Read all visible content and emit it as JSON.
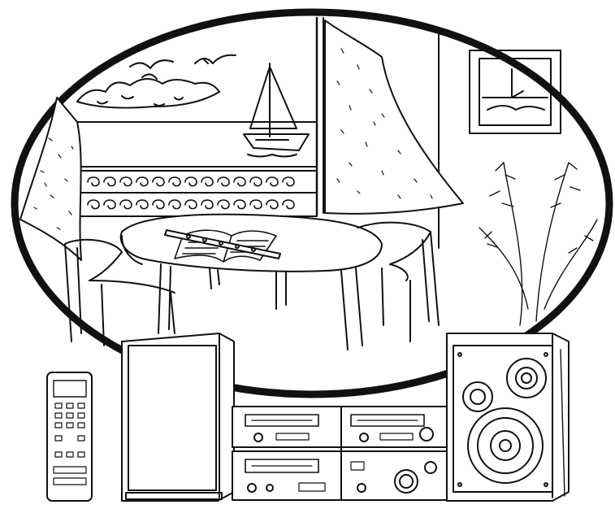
{
  "illustration": {
    "scene": "room-interior-vignette",
    "line_color": "#111111",
    "fill_color": "#ffffff",
    "objects": [
      "window-view",
      "sailboat",
      "seagulls",
      "balcony-railing",
      "curtain-left",
      "curtain-right",
      "framed-picture",
      "potted-plant",
      "table",
      "chairs",
      "open-book",
      "flute",
      "remote-control",
      "left-speaker",
      "stereo-components",
      "right-speaker"
    ]
  }
}
